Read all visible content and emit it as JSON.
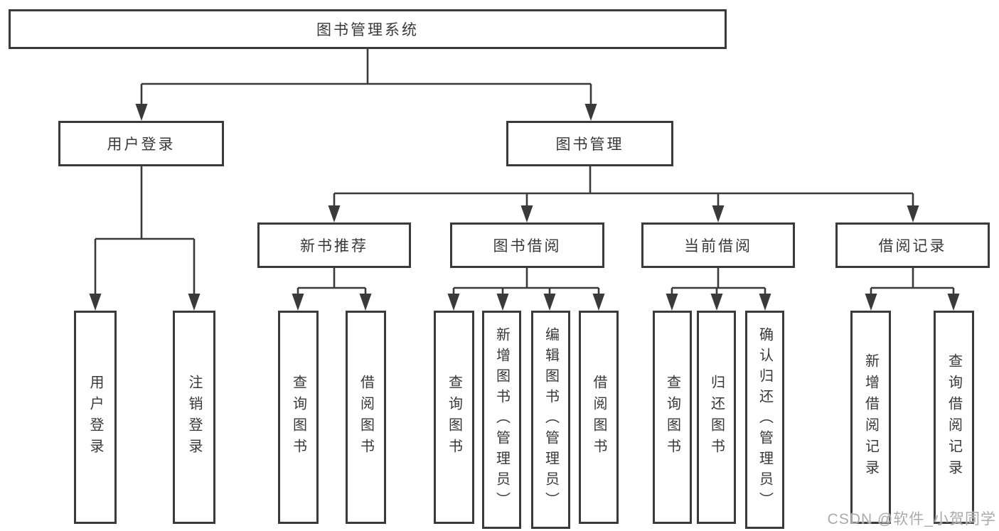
{
  "diagram": {
    "root": {
      "label": "图书管理系统"
    },
    "level2": [
      {
        "label": "用户登录"
      },
      {
        "label": "图书管理"
      }
    ],
    "level3": [
      {
        "label": "新书推荐"
      },
      {
        "label": "图书借阅"
      },
      {
        "label": "当前借阅"
      },
      {
        "label": "借阅记录"
      }
    ],
    "leaves": [
      {
        "label": "用户登录"
      },
      {
        "label": "注销登录"
      },
      {
        "label": "查询图书"
      },
      {
        "label": "借阅图书"
      },
      {
        "label": "查询图书"
      },
      {
        "label": "新增图书（管理员）"
      },
      {
        "label": "编辑图书（管理员）"
      },
      {
        "label": "借阅图书"
      },
      {
        "label": "查询图书"
      },
      {
        "label": "归还图书"
      },
      {
        "label": "确认归还（管理员）"
      },
      {
        "label": "新增借阅记录"
      },
      {
        "label": "查询借阅记录"
      }
    ]
  },
  "watermark": {
    "text": "CSDN @软件_小贺同学"
  },
  "colors": {
    "line": "#3a3a3a",
    "text": "#383838",
    "box_background": "#ffffff",
    "page_background": "#ffffff",
    "watermark": "#aaaaaa"
  }
}
